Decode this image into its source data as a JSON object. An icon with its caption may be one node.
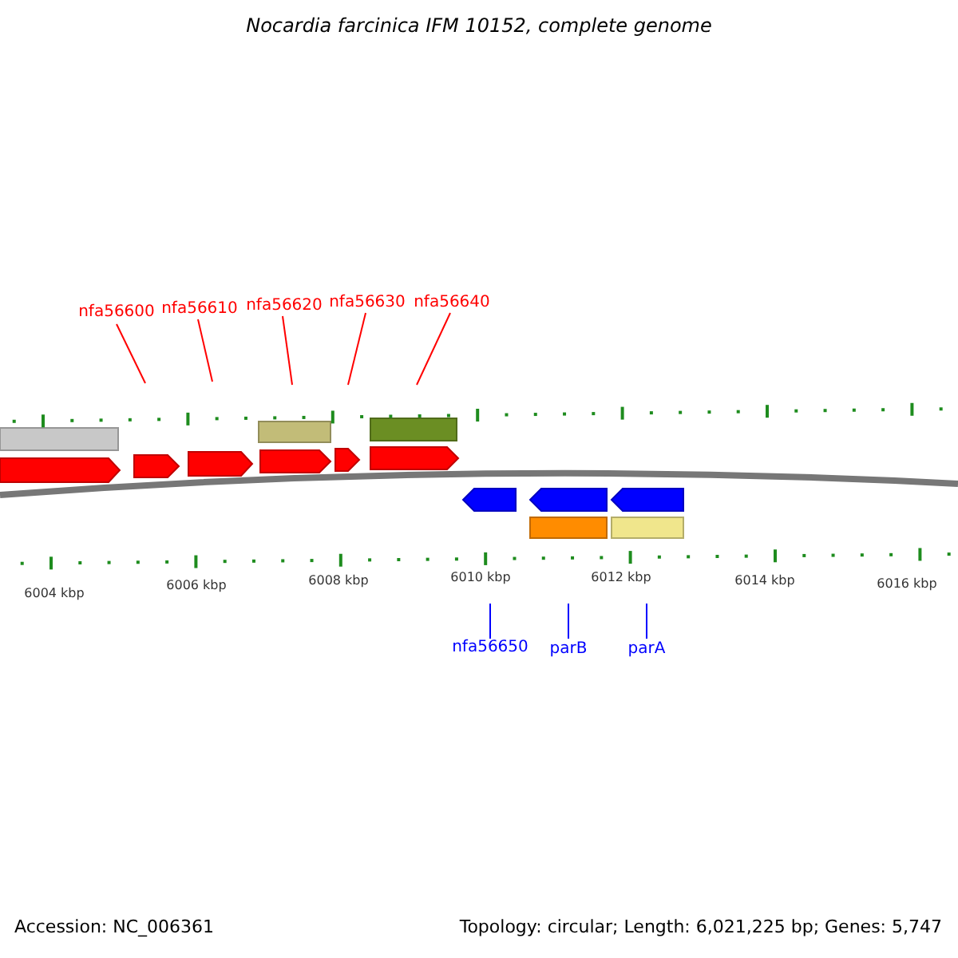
{
  "diagram": {
    "title": "Nocardia farcinica IFM 10152, complete genome",
    "nodes": [
      {
        "text": [
          "nfa56600"
        ]
      },
      {
        "text": [
          "nfa56610"
        ]
      },
      {
        "text": [
          "nfa56620"
        ]
      },
      {
        "text": [
          "nfa56630"
        ]
      },
      {
        "text": [
          "nfa56640"
        ]
      },
      {
        "text": [
          "nfa56650"
        ]
      },
      {
        "text": [
          "parB"
        ]
      },
      {
        "text": [
          "parA"
        ]
      }
    ],
    "edges": [
      {
        "from": 0,
        "to": null,
        "arrow": "none"
      },
      {
        "from": 1,
        "to": null,
        "arrow": "none"
      },
      {
        "from": 2,
        "to": null,
        "arrow": "none"
      },
      {
        "from": 3,
        "to": null,
        "arrow": "none"
      },
      {
        "from": 4,
        "to": null,
        "arrow": "none"
      },
      {
        "from": 5,
        "to": null,
        "arrow": "none",
        "color": "#0000ff"
      },
      {
        "from": 6,
        "to": null,
        "arrow": "none",
        "color": "#0000ff"
      },
      {
        "from": 7,
        "to": null,
        "arrow": "none",
        "color": "#0000ff"
      }
    ],
    "labels": [
      "6004 kbp",
      "6006 kbp",
      "6008 kbp",
      "6010 kbp",
      "6012 kbp",
      "6014 kbp",
      "6016 kbp",
      "Accession: NC_006361",
      "Topology: circular; Length: 6,021,225 bp; Genes: 5,747"
    ]
  }
}
